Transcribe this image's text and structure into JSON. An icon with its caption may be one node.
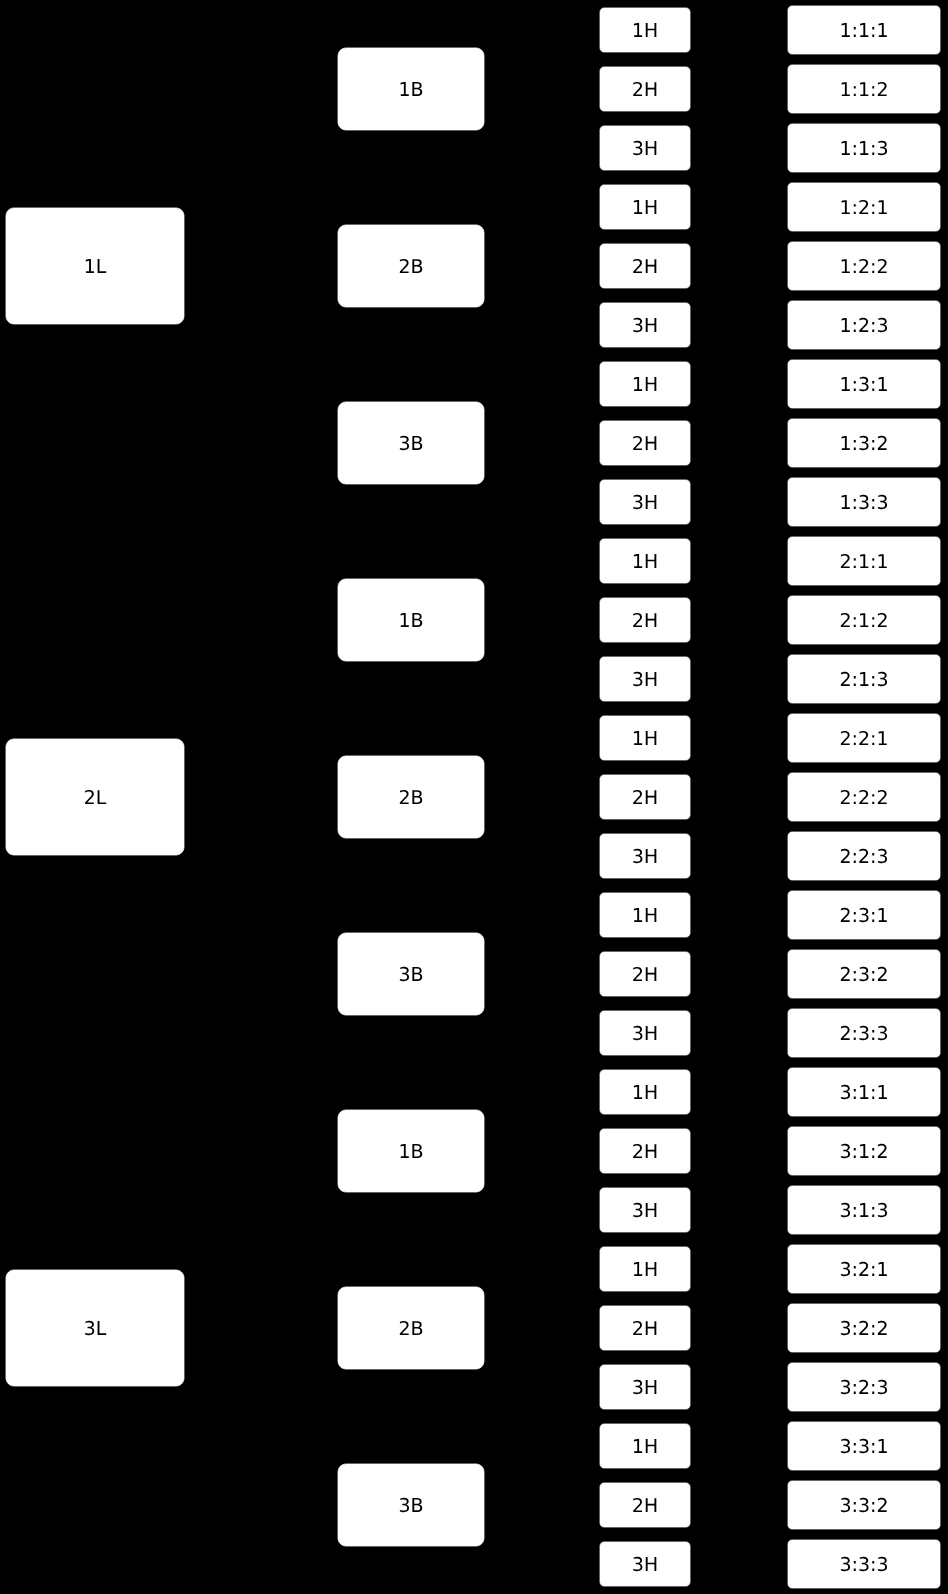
{
  "diagram": {
    "nodes": [
      {
        "text": [
          "1L"
        ]
      },
      {
        "text": [
          "2L"
        ]
      },
      {
        "text": [
          "3L"
        ]
      },
      {
        "text": [
          "1B"
        ]
      },
      {
        "text": [
          "2B"
        ]
      },
      {
        "text": [
          "3B"
        ]
      },
      {
        "text": [
          "1B"
        ]
      },
      {
        "text": [
          "2B"
        ]
      },
      {
        "text": [
          "3B"
        ]
      },
      {
        "text": [
          "1B"
        ]
      },
      {
        "text": [
          "2B"
        ]
      },
      {
        "text": [
          "3B"
        ]
      },
      {
        "text": [
          "1H"
        ]
      },
      {
        "text": [
          "2H"
        ]
      },
      {
        "text": [
          "3H"
        ]
      },
      {
        "text": [
          "1H"
        ]
      },
      {
        "text": [
          "2H"
        ]
      },
      {
        "text": [
          "3H"
        ]
      },
      {
        "text": [
          "1H"
        ]
      },
      {
        "text": [
          "2H"
        ]
      },
      {
        "text": [
          "3H"
        ]
      },
      {
        "text": [
          "1H"
        ]
      },
      {
        "text": [
          "2H"
        ]
      },
      {
        "text": [
          "3H"
        ]
      },
      {
        "text": [
          "1H"
        ]
      },
      {
        "text": [
          "2H"
        ]
      },
      {
        "text": [
          "3H"
        ]
      },
      {
        "text": [
          "1H"
        ]
      },
      {
        "text": [
          "2H"
        ]
      },
      {
        "text": [
          "3H"
        ]
      },
      {
        "text": [
          "1H"
        ]
      },
      {
        "text": [
          "2H"
        ]
      },
      {
        "text": [
          "3H"
        ]
      },
      {
        "text": [
          "1H"
        ]
      },
      {
        "text": [
          "2H"
        ]
      },
      {
        "text": [
          "3H"
        ]
      },
      {
        "text": [
          "1H"
        ]
      },
      {
        "text": [
          "2H"
        ]
      },
      {
        "text": [
          "3H"
        ]
      },
      {
        "text": [
          "1:1:1"
        ]
      },
      {
        "text": [
          "1:1:2"
        ]
      },
      {
        "text": [
          "1:1:3"
        ]
      },
      {
        "text": [
          "1:2:1"
        ]
      },
      {
        "text": [
          "1:2:2"
        ]
      },
      {
        "text": [
          "1:2:3"
        ]
      },
      {
        "text": [
          "1:3:1"
        ]
      },
      {
        "text": [
          "1:3:2"
        ]
      },
      {
        "text": [
          "1:3:3"
        ]
      },
      {
        "text": [
          "2:1:1"
        ]
      },
      {
        "text": [
          "2:1:2"
        ]
      },
      {
        "text": [
          "2:1:3"
        ]
      },
      {
        "text": [
          "2:2:1"
        ]
      },
      {
        "text": [
          "2:2:2"
        ]
      },
      {
        "text": [
          "2:2:3"
        ]
      },
      {
        "text": [
          "2:3:1"
        ]
      },
      {
        "text": [
          "2:3:2"
        ]
      },
      {
        "text": [
          "2:3:3"
        ]
      },
      {
        "text": [
          "3:1:1"
        ]
      },
      {
        "text": [
          "3:1:2"
        ]
      },
      {
        "text": [
          "3:1:3"
        ]
      },
      {
        "text": [
          "3:2:1"
        ]
      },
      {
        "text": [
          "3:2:2"
        ]
      },
      {
        "text": [
          "3:2:3"
        ]
      },
      {
        "text": [
          "3:3:1"
        ]
      },
      {
        "text": [
          "3:3:2"
        ]
      },
      {
        "text": [
          "3:3:3"
        ]
      }
    ]
  }
}
